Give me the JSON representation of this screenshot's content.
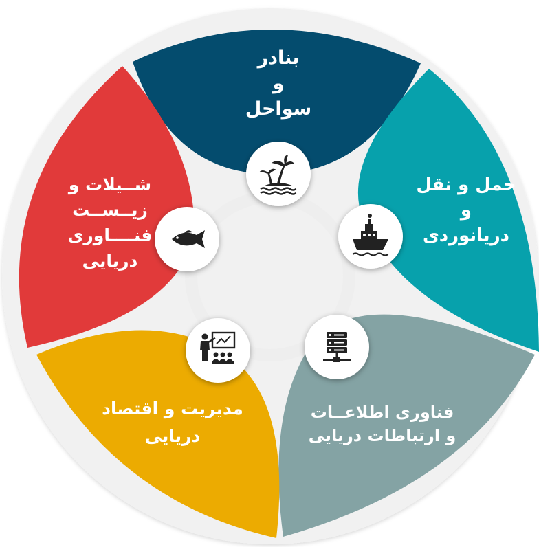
{
  "segments": [
    {
      "name": "ports-and-coasts",
      "lines": [
        "بنادر",
        "و",
        "سواحل"
      ],
      "color": "#044c6e",
      "icon": "palm-island-icon"
    },
    {
      "name": "transport-and-shipping",
      "lines": [
        "حمل و نقل",
        "و",
        "دریانوردی"
      ],
      "color": "#07a1ac",
      "icon": "ship-icon"
    },
    {
      "name": "information-and-communication",
      "lines": [
        "فناوری اطلاعــات",
        "و ارتباطات دریایی"
      ],
      "color": "#84a3a4",
      "icon": "server-icon"
    },
    {
      "name": "management-and-economics",
      "lines": [
        "مدیریت و اقتصاد",
        "دریایی"
      ],
      "color": "#ecab01",
      "icon": "presentation-icon"
    },
    {
      "name": "fisheries-and-biotech",
      "lines": [
        "شــیلات و",
        "زیــســت",
        "فنــــاوری",
        "دریایی"
      ],
      "color": "#e13a3a",
      "icon": "fish-icon"
    }
  ]
}
